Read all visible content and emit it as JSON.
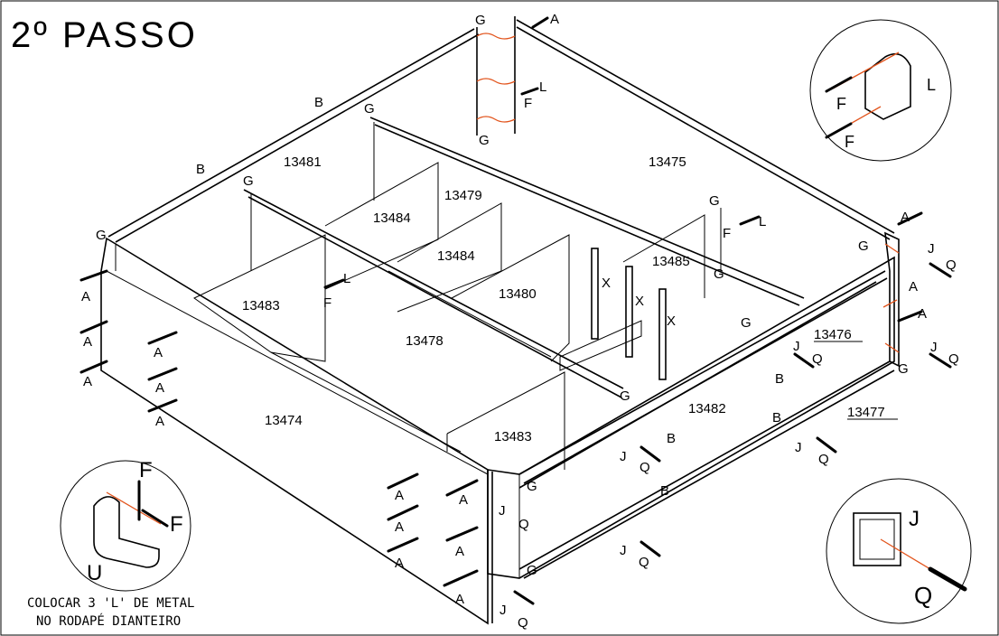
{
  "title": "2º PASSO",
  "parts": {
    "p13474": "13474",
    "p13475": "13475",
    "p13476": "13476",
    "p13477": "13477",
    "p13478": "13478",
    "p13479": "13479",
    "p13480": "13480",
    "p13481": "13481",
    "p13482": "13482",
    "p13483a": "13483",
    "p13483b": "13483",
    "p13484a": "13484",
    "p13484b": "13484",
    "p13485": "13485"
  },
  "hardware": {
    "A": "A",
    "B": "B",
    "F": "F",
    "G": "G",
    "J": "J",
    "L": "L",
    "Q": "Q",
    "U": "U",
    "X": "X"
  },
  "note": {
    "line1": "COLOCAR 3 'L' DE METAL",
    "line2": "NO RODAPÉ DIANTEIRO"
  },
  "colors": {
    "line": "#000000",
    "accent": "#e2541c",
    "background": "#ffffff"
  }
}
